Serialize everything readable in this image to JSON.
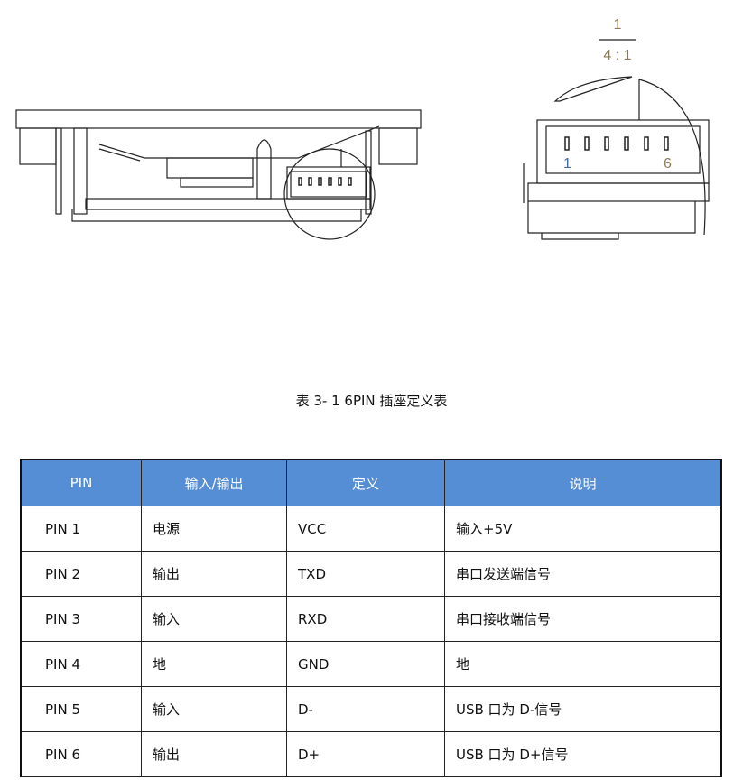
{
  "drawing": {
    "scale_top": "1",
    "scale_bottom": "4 : 1",
    "pin_first": "1",
    "pin_last": "6"
  },
  "caption": "表 3- 1   6PIN 插座定义表",
  "table": {
    "headers": [
      "PIN",
      "输入/输出",
      "定义",
      "说明"
    ],
    "rows": [
      [
        "PIN 1",
        "电源",
        "VCC",
        "输入+5V"
      ],
      [
        "PIN 2",
        "输出",
        "TXD",
        "串口发送端信号"
      ],
      [
        "PIN 3",
        "输入",
        "RXD",
        "串口接收端信号"
      ],
      [
        "PIN 4",
        "地",
        "GND",
        "地"
      ],
      [
        "PIN 5",
        "输入",
        "D-",
        "USB 口为 D-信号"
      ],
      [
        "PIN 6",
        "输出",
        "D+",
        "USB 口为 D+信号"
      ]
    ]
  }
}
